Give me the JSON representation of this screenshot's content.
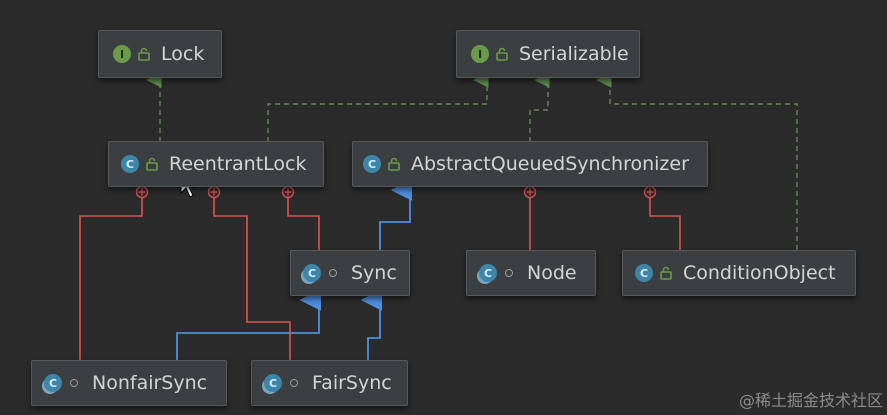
{
  "diagram": {
    "nodes": {
      "lock": {
        "name": "Lock",
        "kind_badge": "I"
      },
      "serializable": {
        "name": "Serializable",
        "kind_badge": "I"
      },
      "reentrant_lock": {
        "name": "ReentrantLock",
        "kind_badge": "C"
      },
      "aqs": {
        "name": "AbstractQueuedSynchronizer",
        "kind_badge": "C"
      },
      "sync": {
        "name": "Sync",
        "kind_badge": "C"
      },
      "node": {
        "name": "Node",
        "kind_badge": "C"
      },
      "condition_object": {
        "name": "ConditionObject",
        "kind_badge": "C"
      },
      "nonfair_sync": {
        "name": "NonfairSync",
        "kind_badge": "C"
      },
      "fair_sync": {
        "name": "FairSync",
        "kind_badge": "C"
      }
    },
    "colors": {
      "background": "#2b2b2b",
      "implements_edge": "#5e8c4e",
      "extends_edge": "#4f8fe0",
      "inner_class_edge": "#e05252"
    }
  },
  "watermark": "@稀土掘金技术社区"
}
